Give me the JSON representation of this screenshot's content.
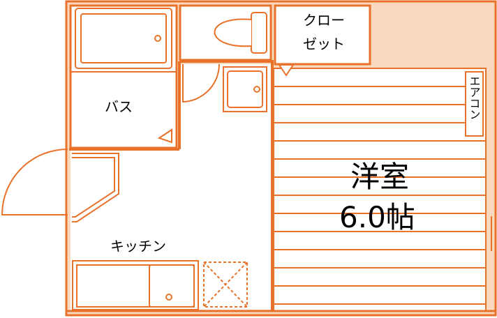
{
  "colors": {
    "wall": "#e8722a",
    "fill": "#fbd9bf",
    "white": "#ffffff",
    "text": "#000000"
  },
  "rooms": {
    "bath": {
      "label": "バス"
    },
    "closet": {
      "label_line1": "クロー",
      "label_line2": "ゼット"
    },
    "aircon": {
      "label": "エアコン"
    },
    "western_room": {
      "label": "洋室",
      "size": "6.0帖"
    },
    "kitchen": {
      "label": "キッチン"
    }
  },
  "icons": [
    "bathtub-icon",
    "toilet-icon",
    "sink-icon",
    "kitchen-sink-icon",
    "washer-space-icon",
    "door-swing-icon"
  ]
}
